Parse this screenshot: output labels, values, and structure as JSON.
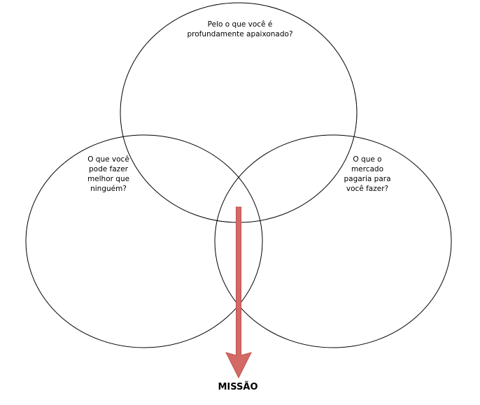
{
  "diagram": {
    "type": "venn",
    "circles": [
      {
        "id": "top",
        "text": "Pelo o que você é\nprofundamente apaixonado?"
      },
      {
        "id": "left",
        "text": "O que você\npode fazer\nmelhor que\nninguém?"
      },
      {
        "id": "right",
        "text": "O que o\nmercado\npagaria para\nvocê fazer?"
      }
    ],
    "result": "MISSÃO",
    "colors": {
      "circle_stroke": "#000000",
      "arrow_fill": "#d36a66",
      "arrow_stroke": "#c0504d"
    },
    "icons": {
      "arrow": "arrow-down-icon"
    }
  }
}
